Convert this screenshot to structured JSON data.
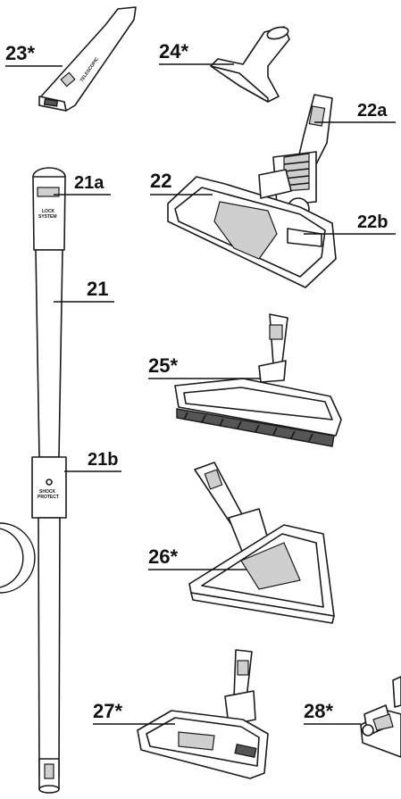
{
  "labels": {
    "l23": "23*",
    "l24": "24*",
    "l22a": "22a",
    "l22": "22",
    "l22b": "22b",
    "l21a": "21a",
    "l21": "21",
    "l25": "25*",
    "l21b": "21b",
    "l26": "26*",
    "l27": "27*",
    "l28": "28*"
  },
  "part_text": {
    "telescopic": "TELESCOPIC",
    "lock_line1": "LOCK",
    "lock_line2": "SYSTEM",
    "shock_line1": "SHOCK",
    "shock_line2": "PROTECT"
  }
}
